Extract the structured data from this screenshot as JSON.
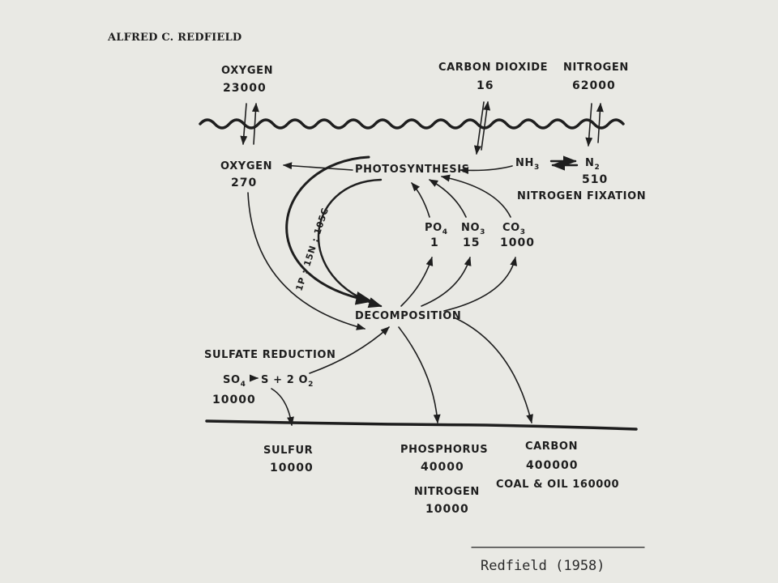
{
  "author": "ALFRED C. REDFIELD",
  "atmosphere": {
    "oxygen": {
      "label": "OXYGEN",
      "value": "23000"
    },
    "carbon_dioxide": {
      "label": "CARBON DIOXIDE",
      "value": "16"
    },
    "nitrogen": {
      "label": "NITROGEN",
      "value": "62000"
    }
  },
  "water": {
    "oxygen": {
      "label": "OXYGEN",
      "value": "270"
    },
    "photosynthesis": "PHOTOSYNTHESIS",
    "nh3": {
      "base": "NH",
      "sub": "3"
    },
    "n2": {
      "base": "N",
      "sub": "2"
    },
    "n2_value": "510",
    "nitrogen_fixation": "NITROGEN FIXATION",
    "ratio": "1P : 15N : 105C",
    "po4": {
      "base": "PO",
      "sub": "4",
      "value": "1"
    },
    "no3": {
      "base": "NO",
      "sub": "3",
      "value": "15"
    },
    "co3": {
      "base": "CO",
      "sub": "3",
      "value": "1000"
    },
    "decomposition": "DECOMPOSITION",
    "sulfate_reduction": "SULFATE REDUCTION",
    "so4": {
      "base": "SO",
      "sub": "4"
    },
    "reaction_products": "S + 2 O",
    "o2_sub": "2",
    "sulfate_value": "10000"
  },
  "sediment": {
    "sulfur": {
      "label": "SULFUR",
      "value": "10000"
    },
    "phosphorus": {
      "label": "PHOSPHORUS",
      "value": "40000"
    },
    "nitrogen": {
      "label": "NITROGEN",
      "value": "10000"
    },
    "carbon": {
      "label": "CARBON",
      "value": "400000"
    },
    "coal_oil": "COAL & OIL 160000"
  },
  "citation": "Redfield (1958)",
  "colors": {
    "ink": "#1e1e1e",
    "paper": "#e9e9e4"
  }
}
